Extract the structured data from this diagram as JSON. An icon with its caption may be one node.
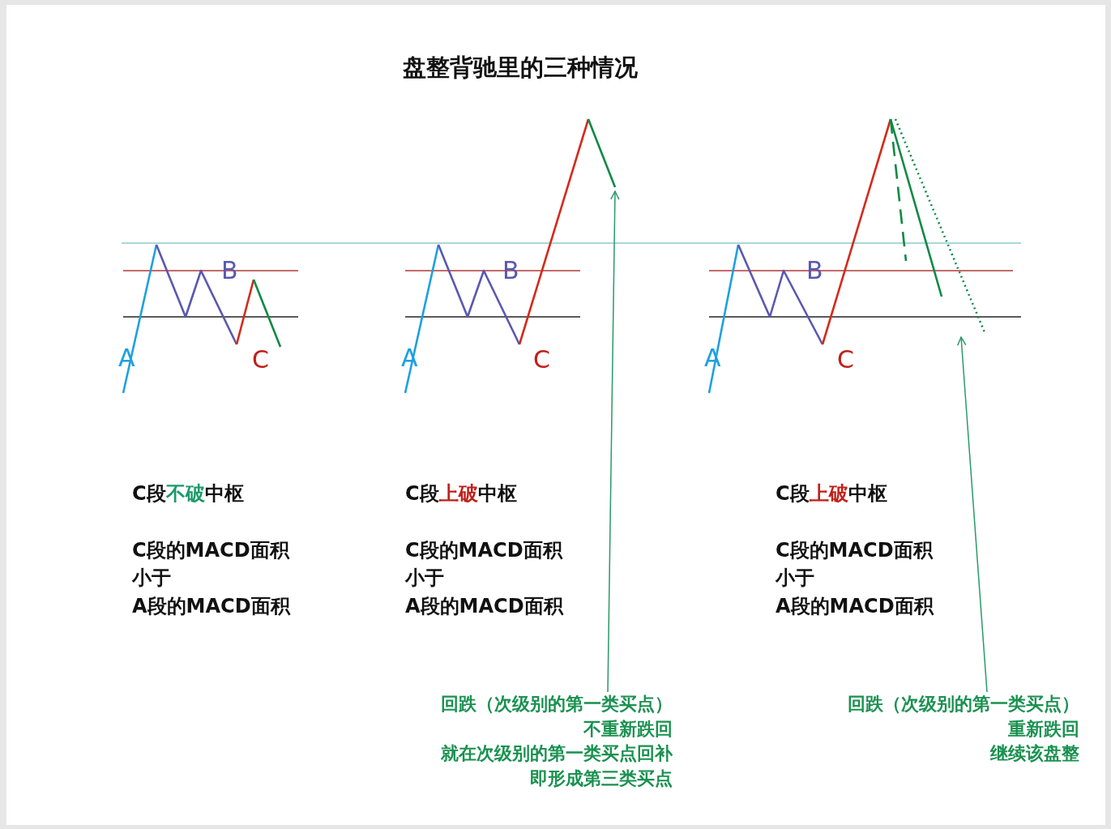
{
  "diagram": {
    "title": "盘整背驰里的三种情况",
    "nodes": [
      {
        "text": [
          "回跌（次级别的第一类买点）",
          "不重新跌回",
          "就在次级别的第一类买点回补",
          "即形成第三类买点"
        ]
      },
      {
        "text": [
          "回跌（次级别的第一类买点）",
          "重新跌回",
          "继续该盘整"
        ]
      },
      {
        "text": [],
        "shape": "line"
      },
      {
        "text": [],
        "shape": "line"
      }
    ],
    "edges": [
      {
        "from": 0,
        "to": 2,
        "arrow": "to"
      },
      {
        "from": 1,
        "to": 3,
        "arrow": "to"
      }
    ],
    "labels": [
      "B",
      "A",
      "C",
      "C段",
      "不破",
      "中枢",
      "C段的MACD面积",
      "小于",
      "A段的MACD面积",
      "B",
      "A",
      "C",
      "C段",
      "上破",
      "中枢",
      "C段的MACD面积",
      "小于",
      "A段的MACD面积",
      "B",
      "A",
      "C",
      "C段",
      "上破",
      "中枢",
      "C段的MACD面积",
      "小于",
      "A段的MACD面积"
    ]
  }
}
